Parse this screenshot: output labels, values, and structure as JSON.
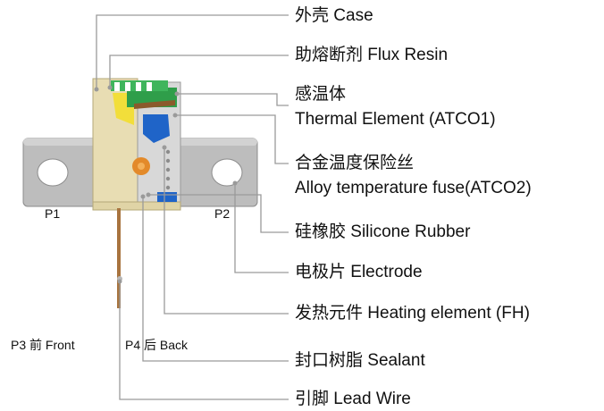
{
  "labels": {
    "case": "外壳 Case",
    "flux_resin": "助熔断剂 Flux Resin",
    "thermal_zh": "感温体",
    "thermal_en": "Thermal Element (ATCO1)",
    "alloy_zh": "合金温度保险丝",
    "alloy_en": "Alloy temperature fuse(ATCO2)",
    "silicone": "硅橡胶 Silicone Rubber",
    "electrode": "电极片 Electrode",
    "heating": "发热元件 Heating element (FH)",
    "sealant": "封口树脂 Sealant",
    "lead_wire": "引脚 Lead Wire"
  },
  "terminals": {
    "p1": "P1",
    "p2": "P2",
    "p3": "P3 前 Front",
    "p4": "P4 后 Back"
  },
  "colors": {
    "leader": "#9a9a9a",
    "case": "#e6dcb2",
    "electrode": "#b9b9b9",
    "board": "#2f9e4a",
    "rubber": "#1f64c8",
    "element": "#e38a2a",
    "lead": "#a8743f"
  }
}
